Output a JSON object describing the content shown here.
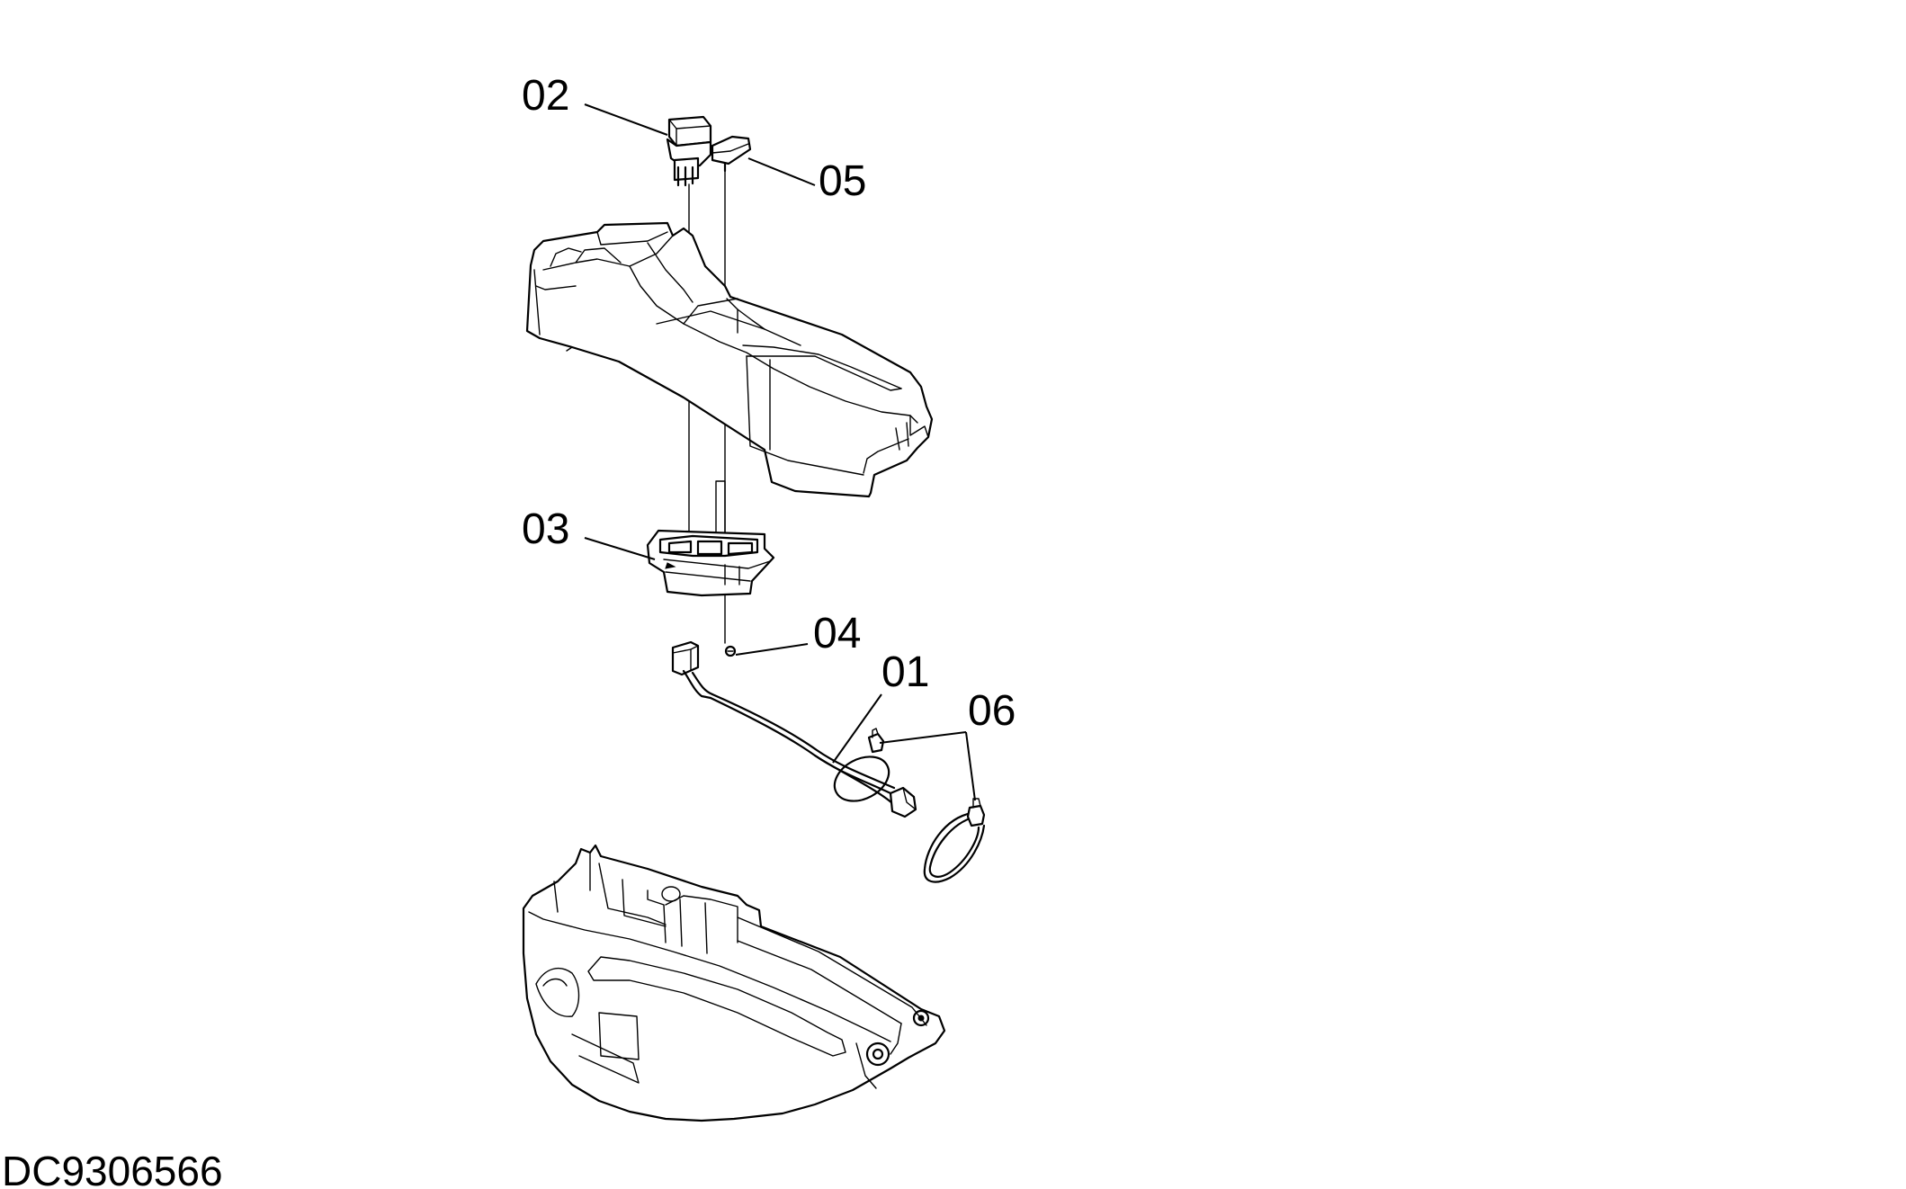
{
  "drawing_code": "DC9306566",
  "callouts": {
    "c01": "01",
    "c02": "02",
    "c03": "03",
    "c04": "04",
    "c05": "05",
    "c06": "06"
  }
}
